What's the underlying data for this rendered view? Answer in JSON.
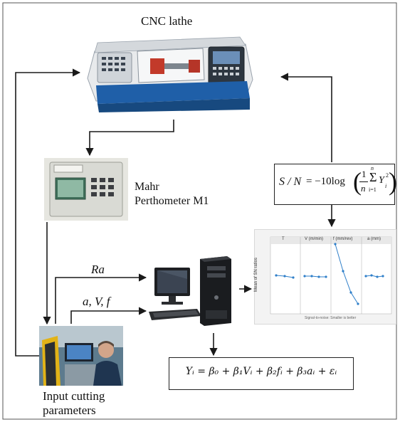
{
  "diagram": {
    "cnc_label": "CNC lathe",
    "mahr_line1": "Mahr",
    "mahr_line2": "Perthometer M1",
    "input_line1": "Input cutting",
    "input_line2": "parameters",
    "ra_label": "Ra",
    "avf_label": "a, V, f",
    "sn_formula": {
      "lhs": "S / N",
      "eq": "= −10log",
      "one": "1",
      "n": "n",
      "sum_top": "n",
      "sum_bottom": "i=1",
      "y_term": "Y",
      "sub_i": "i",
      "sup_2": "2"
    },
    "regression_formula": "Yᵢ = β₀ + β₁Vᵢ + β₂fᵢ + β₃aᵢ + εᵢ",
    "plot": {
      "ylabel": "Mean of SN ratios",
      "xlabel": "Signal-to-noise: Smaller is better",
      "panels": [
        "T",
        "V (m/min)",
        "f (mm/rev)",
        "a (mm)"
      ]
    }
  },
  "colors": {
    "line": "#1a1a1a",
    "lathe_blue": "#1f5fa8",
    "plot_line": "#2f7fc9"
  }
}
